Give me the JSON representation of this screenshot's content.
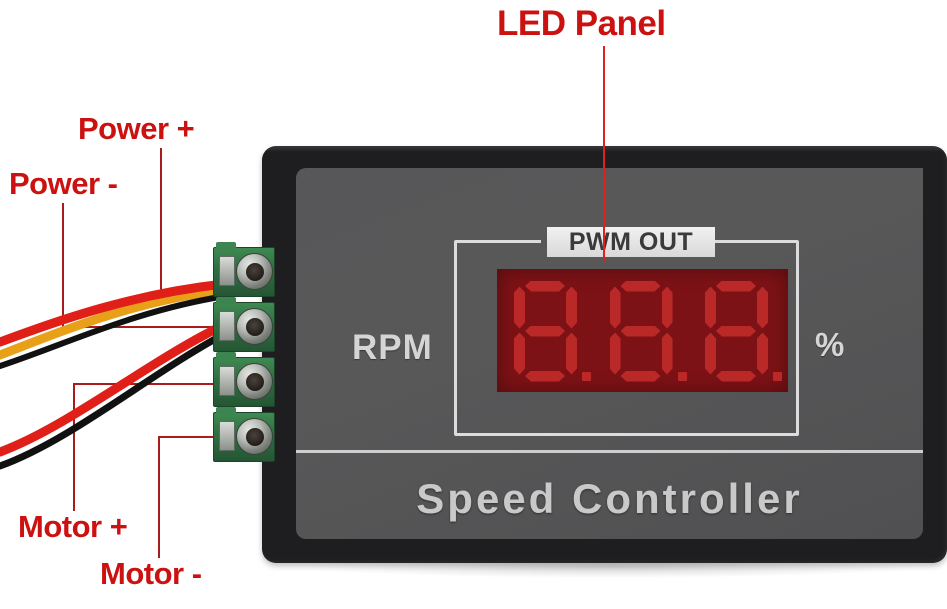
{
  "annotations": {
    "led_panel": "LED Panel",
    "power_plus": "Power +",
    "power_minus": "Power -",
    "motor_plus": "Motor +",
    "motor_minus": "Motor -",
    "color": "#cc1111",
    "leader_color": "#a81c1c"
  },
  "device": {
    "badge": "PWM OUT",
    "left_unit": "RPM",
    "right_unit": "%",
    "brand": "Speed Controller",
    "bezel_color": "#1e1e20",
    "faceplate_color": "#575759",
    "display_background": "#7d1216",
    "segment_color": "#c02a2a",
    "display": {
      "digits": [
        "8",
        "8",
        "8"
      ],
      "decimal_points": [
        true,
        true,
        true
      ],
      "state": "all-segments-dim"
    }
  },
  "terminal_block": {
    "color": "#2f6d41",
    "terminal_count": 4,
    "terminals": [
      {
        "index": 1,
        "label": "Power +"
      },
      {
        "index": 2,
        "label": "Power -"
      },
      {
        "index": 3,
        "label": "Motor +"
      },
      {
        "index": 4,
        "label": "Motor -"
      }
    ]
  },
  "wires": [
    {
      "name": "power-plus-wire",
      "color": "#e8a019"
    },
    {
      "name": "power-minus-wire",
      "color": "#e01f18"
    },
    {
      "name": "motor-plus-wire",
      "color": "#111111"
    },
    {
      "name": "motor-minus-wire",
      "color": "#e01f18"
    },
    {
      "name": "motor-black-wire",
      "color": "#111111"
    }
  ]
}
